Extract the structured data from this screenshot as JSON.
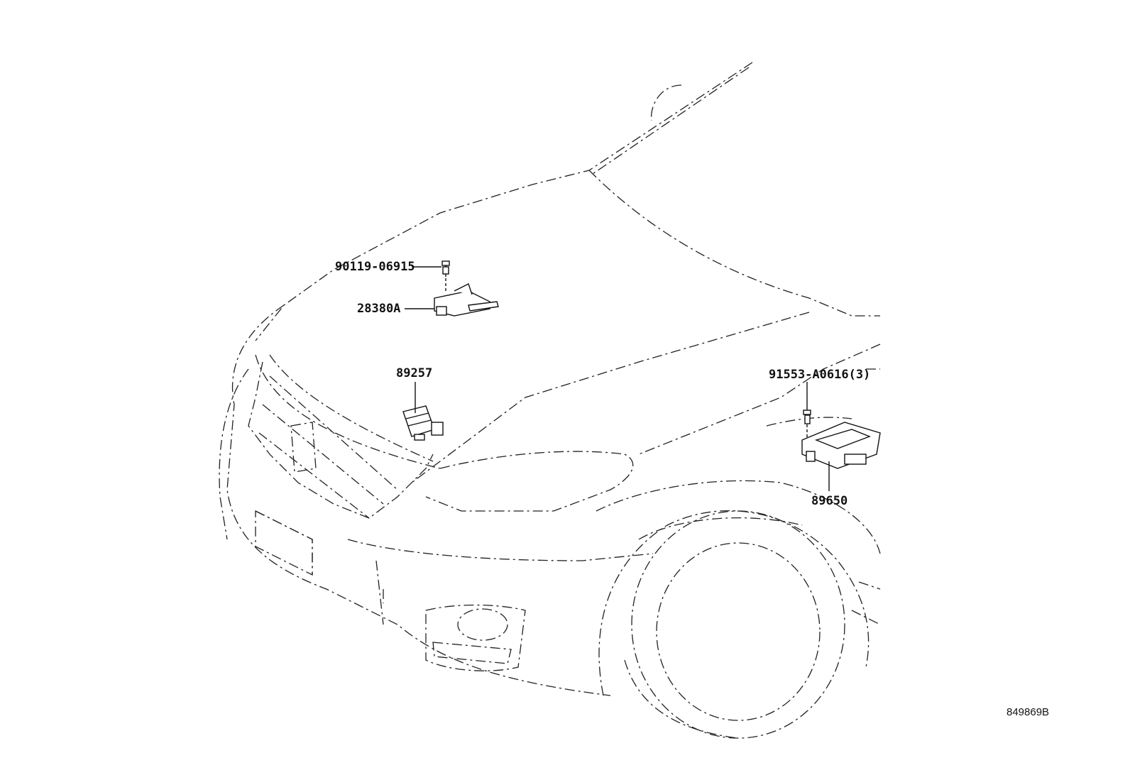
{
  "parts": [
    {
      "id": "bolt-upper",
      "number": "90119-06915"
    },
    {
      "id": "sensor-bracket",
      "number": "28380A"
    },
    {
      "id": "relay-module",
      "number": "89257"
    },
    {
      "id": "bolt-right",
      "number": "91553-A0616(3)"
    },
    {
      "id": "ecu-module",
      "number": "89650"
    }
  ],
  "diagram_ref": "849869B",
  "colors": {
    "line": "#222222",
    "background": "#ffffff"
  }
}
